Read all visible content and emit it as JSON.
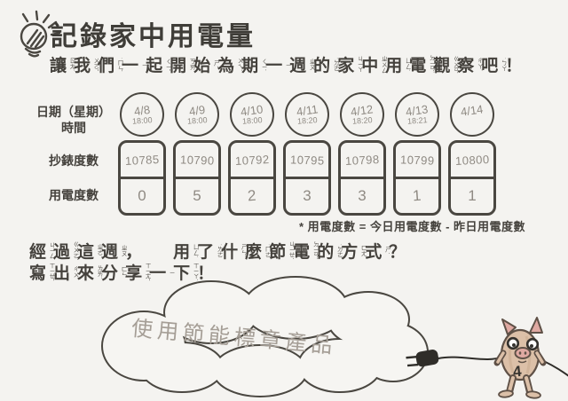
{
  "header": {
    "title": "記錄家中用電量",
    "icon": "lightbulb-icon"
  },
  "subtitle": {
    "text": "讓我們一起開始為期一週的家中用電觀察吧！",
    "chars": [
      [
        "讓",
        "ㄖㄤˋ"
      ],
      [
        "我",
        "ㄨㄛˇ"
      ],
      [
        "們",
        "˙ㄇㄣ"
      ],
      [
        "一",
        "ㄧ"
      ],
      [
        "起",
        "ㄑㄧˇ"
      ],
      [
        "開",
        "ㄎㄞ"
      ],
      [
        "始",
        "ㄕˇ"
      ],
      [
        "為",
        "ㄨㄟˊ"
      ],
      [
        "期",
        "ㄑㄧˊ"
      ],
      [
        "一",
        "ㄧ"
      ],
      [
        "週",
        "ㄓㄡ"
      ],
      [
        "的",
        "˙ㄉㄜ"
      ],
      [
        "家",
        "ㄐㄧㄚ"
      ],
      [
        "中",
        "ㄓㄨㄥ"
      ],
      [
        "用",
        "ㄩㄥˋ"
      ],
      [
        "電",
        "ㄉㄧㄢˋ"
      ],
      [
        "觀",
        "ㄍㄨㄢ"
      ],
      [
        "察",
        "ㄔㄚˊ"
      ],
      [
        "吧",
        "˙ㄅㄚ"
      ],
      [
        "！",
        ""
      ]
    ]
  },
  "table": {
    "row_labels": {
      "date_line1": "日期（星期）",
      "date_line2": "時間",
      "meter": "抄錶度數",
      "usage": "用電度數"
    },
    "columns": [
      {
        "date": "4/8",
        "time": "18:00",
        "meter": "10785",
        "usage": "0"
      },
      {
        "date": "4/9",
        "time": "18:00",
        "meter": "10790",
        "usage": "5"
      },
      {
        "date": "4/10",
        "time": "18:00",
        "meter": "10792",
        "usage": "2"
      },
      {
        "date": "4/11",
        "time": "18:20",
        "meter": "10795",
        "usage": "3"
      },
      {
        "date": "4/12",
        "time": "18:20",
        "meter": "10798",
        "usage": "3"
      },
      {
        "date": "4/13",
        "time": "18:21",
        "meter": "10799",
        "usage": "1"
      },
      {
        "date": "4/14",
        "time": "",
        "meter": "10800",
        "usage": "1"
      }
    ]
  },
  "note": {
    "text": "* 用電度數 = 今日用電度數 - 昨日用電度數"
  },
  "question": {
    "text_line1": "經過這週， 用了什麼節電的方式？",
    "text_line2": "寫出來分享一下！",
    "line1": [
      [
        "經",
        "ㄐㄧㄥ"
      ],
      [
        "過",
        "ㄍㄨㄛˋ"
      ],
      [
        "這",
        "ㄓㄜˋ"
      ],
      [
        "週",
        "ㄓㄡ"
      ],
      [
        "，",
        ""
      ],
      [
        "　",
        ""
      ],
      [
        "用",
        "ㄩㄥˋ"
      ],
      [
        "了",
        "˙ㄌㄜ"
      ],
      [
        "什",
        "ㄕㄣˊ"
      ],
      [
        "麼",
        "˙ㄇㄜ"
      ],
      [
        "節",
        "ㄐㄧㄝˊ"
      ],
      [
        "電",
        "ㄉㄧㄢˋ"
      ],
      [
        "的",
        "˙ㄉㄜ"
      ],
      [
        "方",
        "ㄈㄤ"
      ],
      [
        "式",
        "ㄕˋ"
      ],
      [
        "？",
        ""
      ]
    ],
    "line2": [
      [
        "寫",
        "ㄒㄧㄝˇ"
      ],
      [
        "出",
        "ㄔㄨ"
      ],
      [
        "來",
        "ㄌㄞˊ"
      ],
      [
        "分",
        "ㄈㄣ"
      ],
      [
        "享",
        "ㄒㄧㄤˇ"
      ],
      [
        "一",
        "ㄧ"
      ],
      [
        "下",
        "ㄒㄧㄚˋ"
      ],
      [
        "！",
        ""
      ]
    ]
  },
  "cloud": {
    "answer": "使用節能標章產品"
  },
  "colors": {
    "paper": "#f4f3f0",
    "ink": "#45423d",
    "outline": "#4a4741",
    "pencil": "#8f8a83",
    "pig_body": "#dcc0a8",
    "pig_pink": "#dfa9a2",
    "plug": "#2f2d29"
  }
}
